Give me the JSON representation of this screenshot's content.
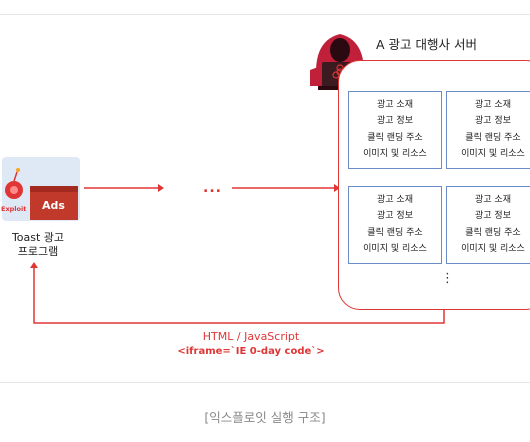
{
  "server": {
    "title": "A 광고 대행사 서버",
    "cards": [
      {
        "lines": [
          "광고 소재",
          "광고 정보",
          "클릭 랜딩 주소",
          "이미지 및 리소스"
        ]
      },
      {
        "lines": [
          "광고 소재",
          "광고 정보",
          "클릭 랜딩 주소",
          "이미지 및 리소스"
        ]
      },
      {
        "lines": [
          "광고 소재",
          "광고 정보",
          "클릭 랜딩 주소",
          "이미지 및 리소스"
        ]
      },
      {
        "lines": [
          "광고 소재",
          "광고 정보",
          "클릭 랜딩 주소",
          "이미지 및 리소스"
        ]
      }
    ],
    "more": "⋮"
  },
  "program": {
    "label_line1": "Toast 광고",
    "label_line2": "프로그램",
    "ads_label": "Ads",
    "exploit_label": "Exploit"
  },
  "flow": {
    "ellipsis": "...",
    "return_label": "HTML / JavaScript",
    "return_code": "<iframe=`IE 0-day code`>"
  },
  "caption": "[익스플로잇 실행 구조]",
  "colors": {
    "accent": "#e03535",
    "card_border": "#6a8cc9",
    "hacker": "#c0203a"
  },
  "icons": [
    "hacker-icon",
    "biohazard-icon",
    "bomb-icon",
    "ads-window-icon"
  ]
}
